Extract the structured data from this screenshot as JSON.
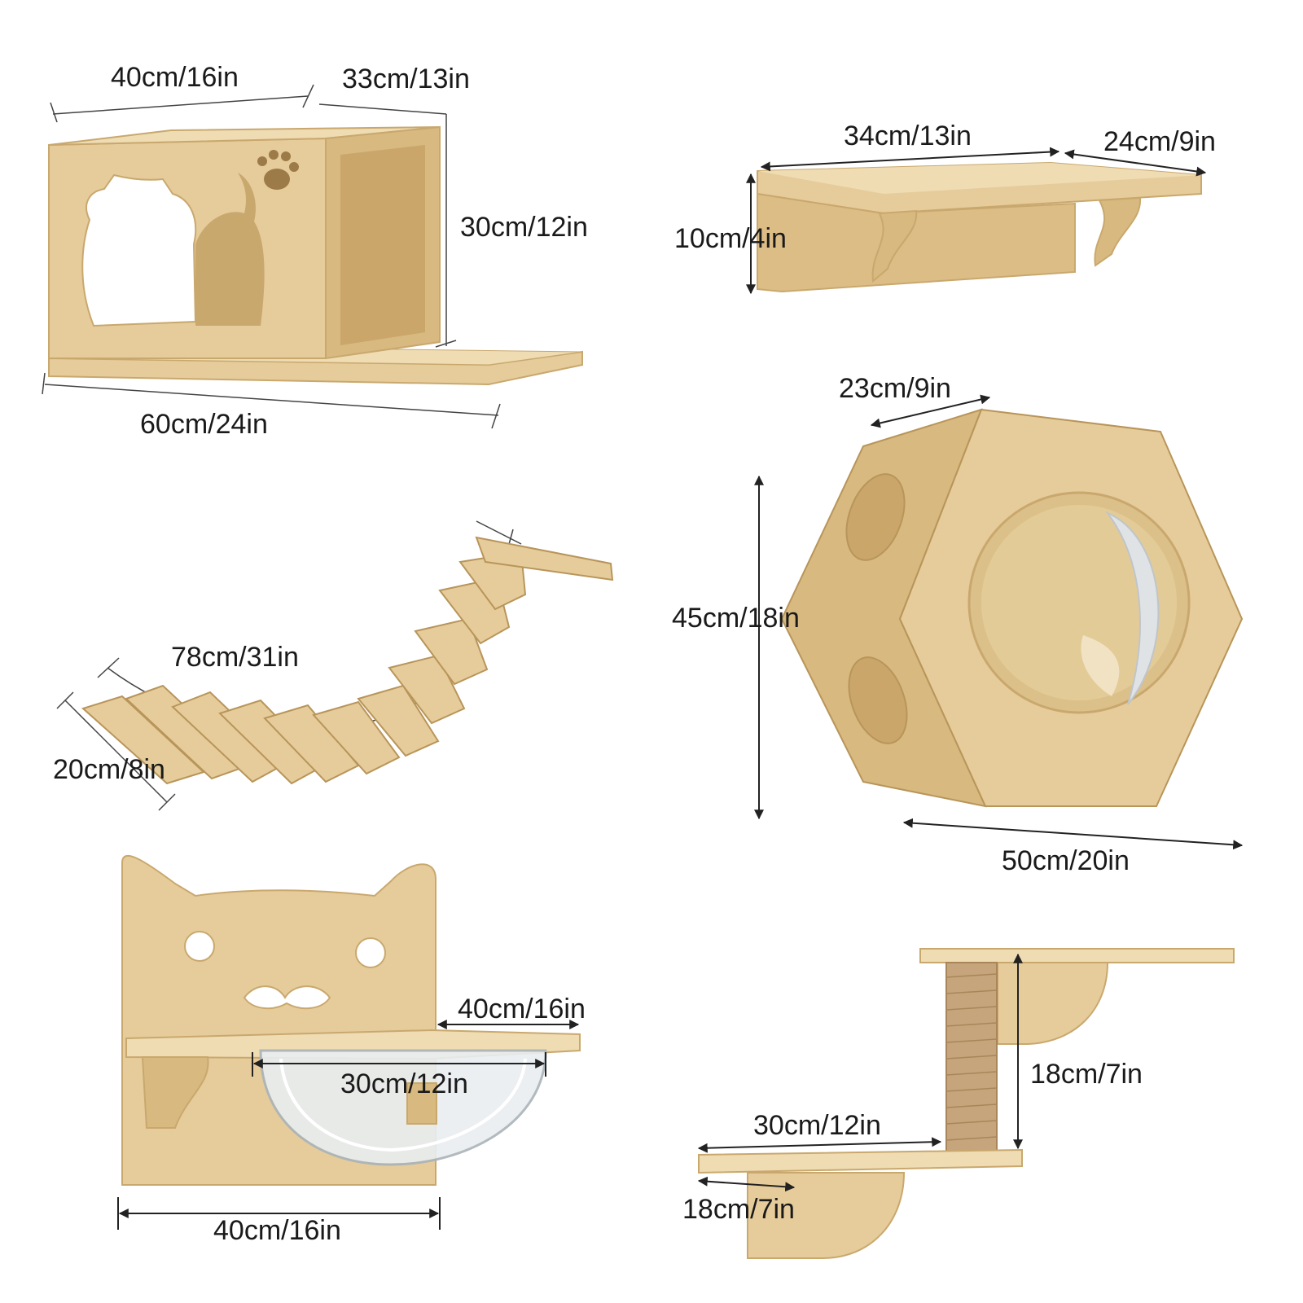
{
  "colors": {
    "wood": "#e6cc9a",
    "wood_light": "#efdcb3",
    "wood_dark": "#c9a86e",
    "wood_edge": "#b8955a",
    "rope": "#c7a57c",
    "acrylic": "#dfe3e6",
    "line": "#222222",
    "text": "#1a1a1a"
  },
  "items": {
    "cat_house": {
      "width_top": "40cm/16in",
      "depth_top": "33cm/13in",
      "height": "30cm/12in",
      "base_length": "60cm/24in"
    },
    "shelf": {
      "length": "34cm/13in",
      "depth": "24cm/9in",
      "height": "10cm/4in"
    },
    "bridge": {
      "length": "78cm/31in",
      "width": "20cm/8in"
    },
    "hexagon": {
      "depth": "23cm/9in",
      "height": "45cm/18in",
      "width": "50cm/20in"
    },
    "bowl_bed": {
      "shelf_length": "40cm/16in",
      "bowl_diameter": "30cm/12in",
      "base_width": "40cm/16in"
    },
    "step_post": {
      "height": "18cm/7in",
      "step_length": "30cm/12in",
      "step_depth": "18cm/7in"
    }
  }
}
